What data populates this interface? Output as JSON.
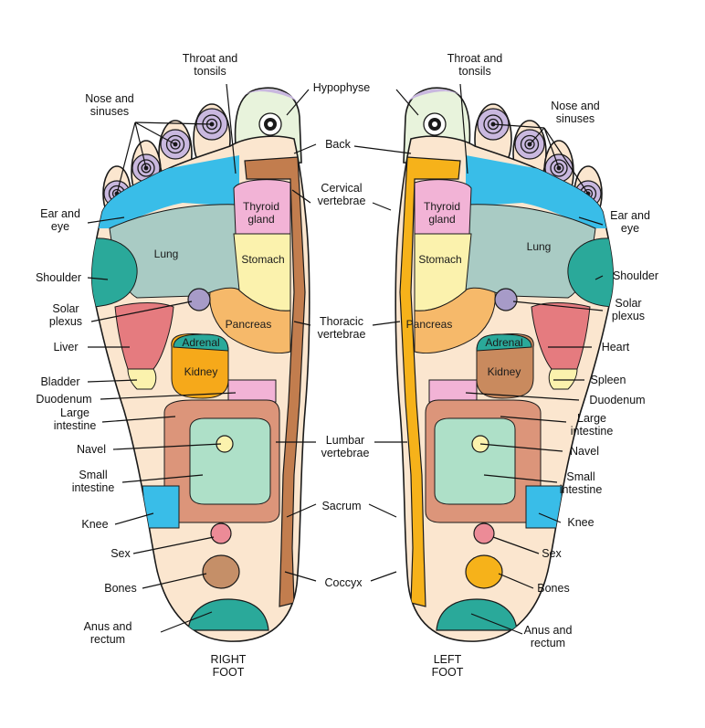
{
  "colors": {
    "outline": "#1a1a1a",
    "foot_base": "#fbe6cf",
    "nose_sinuses": "#c9b8df",
    "throat_blue": "#39bde8",
    "hypophyse": "#e8f3dc",
    "thyroid": "#f2b3d6",
    "stomach": "#fbf2ad",
    "pancreas": "#f6b96a",
    "lung": "#a9cbc4",
    "shoulder": "#2aa99a",
    "solar_plexus": "#a79bc8",
    "liver": "#e57b7f",
    "bladder": "#fbf2ad",
    "adrenal": "#2aa99a",
    "kidney_right": "#f6a91a",
    "kidney_left": "#c98a5e",
    "duodenum": "#f2b3d6",
    "large_intestine": "#dc957a",
    "small_intestine": "#aee0c8",
    "navel": "#fbf2ad",
    "knee": "#39bde8",
    "sex": "#ec8b97",
    "bones_right": "#c58f68",
    "bones_left": "#f6b21a",
    "anus_rectum": "#2aa99a",
    "spine_right": "#c27d4e",
    "spine_left": "#f6b21a"
  },
  "labels": {
    "throat_tonsils_left": "Throat and\ntonsils",
    "throat_tonsils_right": "Throat and\ntonsils",
    "hypophyse": "Hypophyse",
    "nose_sinuses_left": "Nose and\nsinuses",
    "nose_sinuses_right": "Nose and\nsinuses",
    "back": "Back",
    "cervical_vertebrae": "Cervical\nvertebrae",
    "ear_eye_left": "Ear and\neye",
    "ear_eye_right": "Ear and\neye",
    "shoulder_left": "Shoulder",
    "shoulder_right": "Shoulder",
    "solar_plexus_left": "Solar\nplexus",
    "solar_plexus_right": "Solar\nplexus",
    "thoracic_vertebrae": "Thoracic\nvertebrae",
    "liver": "Liver",
    "heart": "Heart",
    "bladder": "Bladder",
    "spleen": "Spleen",
    "duodenum_left": "Duodenum",
    "duodenum_right": "Duodenum",
    "large_intestine_left": "Large\nintestine",
    "large_intestine_right": "Large\nintestine",
    "lumbar_vertebrae": "Lumbar\nvertebrae",
    "navel_left": "Navel",
    "navel_right": "Navel",
    "small_intestine_left": "Small\nintestine",
    "small_intestine_right": "Small\nintestine",
    "knee_left": "Knee",
    "knee_right": "Knee",
    "sacrum": "Sacrum",
    "sex_left": "Sex",
    "sex_right": "Sex",
    "bones_left": "Bones",
    "bones_right": "Bones",
    "coccyx": "Coccyx",
    "anus_rectum_left": "Anus and\nrectum",
    "anus_rectum_right": "Anus and\nrectum",
    "right_foot": "RIGHT\nFOOT",
    "left_foot": "LEFT\nFOOT"
  },
  "zone_labels": {
    "thyroid_gland": "Thyroid\ngland",
    "stomach": "Stomach",
    "lung": "Lung",
    "pancreas": "Pancreas",
    "adrenal": "Adrenal",
    "kidney": "Kidney"
  }
}
